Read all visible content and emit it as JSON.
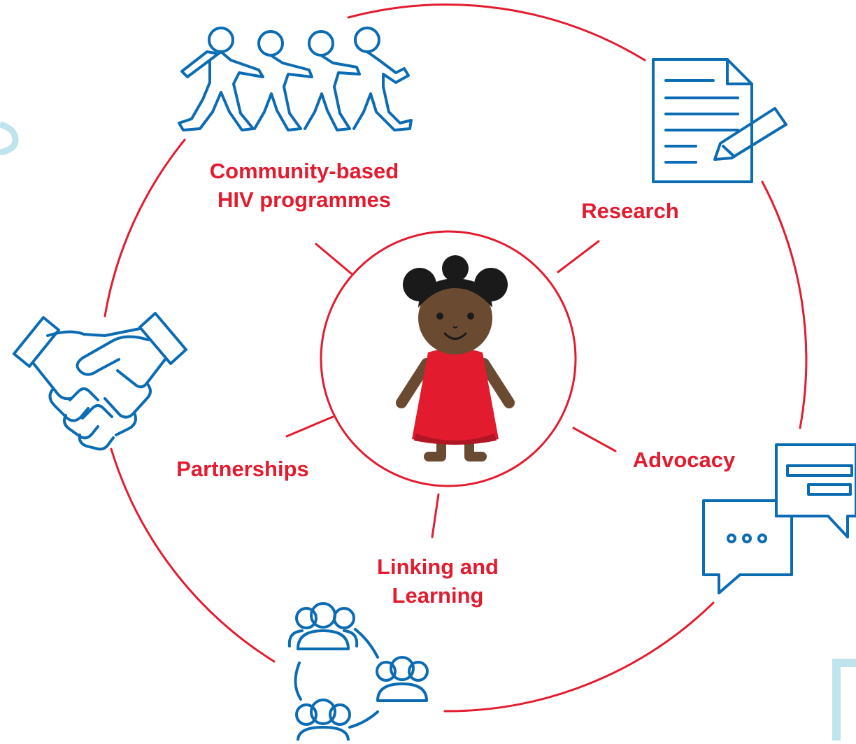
{
  "diagram": {
    "labels": {
      "community": [
        "Community-based",
        "HIV programmes"
      ],
      "research": [
        "Research"
      ],
      "partnerships": [
        "Partnerships"
      ],
      "advocacy": [
        "Advocacy"
      ],
      "linking": [
        "Linking and",
        "Learning"
      ]
    },
    "icons": [
      "people-chain-icon",
      "document-pen-icon",
      "handshake-icon",
      "chat-bubbles-icon",
      "network-groups-icon",
      "child-figure"
    ],
    "colors": {
      "accent_red": "#e31b2f",
      "icon_blue": "#0b6cb3",
      "skin": "#6b4a32",
      "hair": "#1a1a1a",
      "dress": "#e31b2f",
      "dress_dark": "#b01624",
      "faint": "#bfe4ee"
    }
  }
}
